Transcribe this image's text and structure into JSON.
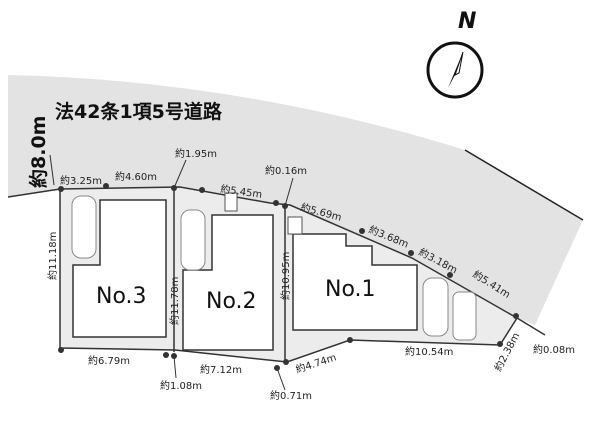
{
  "north": {
    "label": "N"
  },
  "road": {
    "name": "法42条1項5号道路",
    "width": "約8.0m",
    "color": "#e3e3e3"
  },
  "lots": [
    {
      "label": "No.1"
    },
    {
      "label": "No.2"
    },
    {
      "label": "No.3"
    }
  ],
  "dimensions": {
    "d_3_25": "約3.25m",
    "d_4_60": "約4.60m",
    "d_1_95": "約1.95m",
    "d_5_45": "約5.45m",
    "d_0_16": "約0.16m",
    "d_5_69": "約5.69m",
    "d_3_68": "約3.68m",
    "d_3_18": "約3.18m",
    "d_5_41": "約5.41m",
    "d_0_08": "約0.08m",
    "d_2_38": "約2.38m",
    "d_10_54": "約10.54m",
    "d_4_74": "約4.74m",
    "d_0_71": "約0.71m",
    "d_7_12": "約7.12m",
    "d_1_08": "約1.08m",
    "d_6_79": "約6.79m",
    "d_11_18": "約11.18m",
    "d_11_78": "約11.78m",
    "d_10_95": "約10.95m"
  }
}
